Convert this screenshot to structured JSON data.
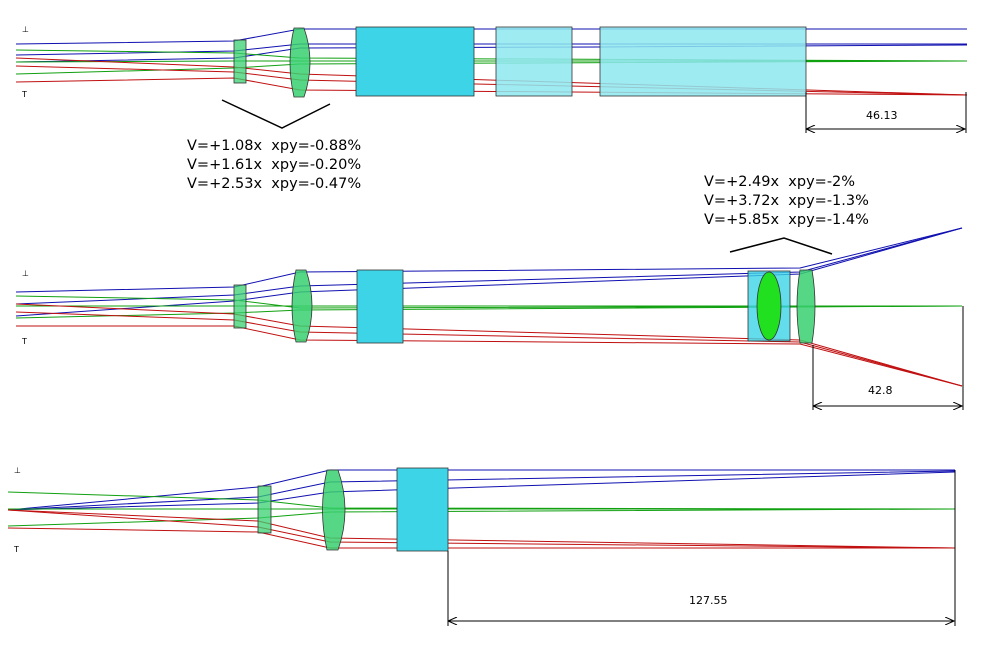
{
  "edge_labels": {
    "top": "⊥",
    "bottom": "T"
  },
  "colors": {
    "ray_blue": "#1010b0",
    "ray_green": "#10a010",
    "ray_red": "#c01010",
    "glass_cyan": "#3cd4e6",
    "glass_cyan_light": "#8ee8f0",
    "lens_green": "#38d070",
    "lens_green_bright": "#20e020",
    "outline": "#333333"
  },
  "configs": [
    {
      "notes": [
        "V=+1.08x  xpy=-0.88%",
        "V=+1.61x  xpy=-0.20%",
        "V=+2.53x  xpy=-0.47%"
      ],
      "dimension": "46.13"
    },
    {
      "notes": [
        "V=+2.49x  xpy=-2%",
        "V=+3.72x  xpy=-1.3%",
        "V=+5.85x  xpy=-1.4%"
      ],
      "dimension": "42.8"
    },
    {
      "notes": [],
      "dimension": "127.55"
    }
  ]
}
